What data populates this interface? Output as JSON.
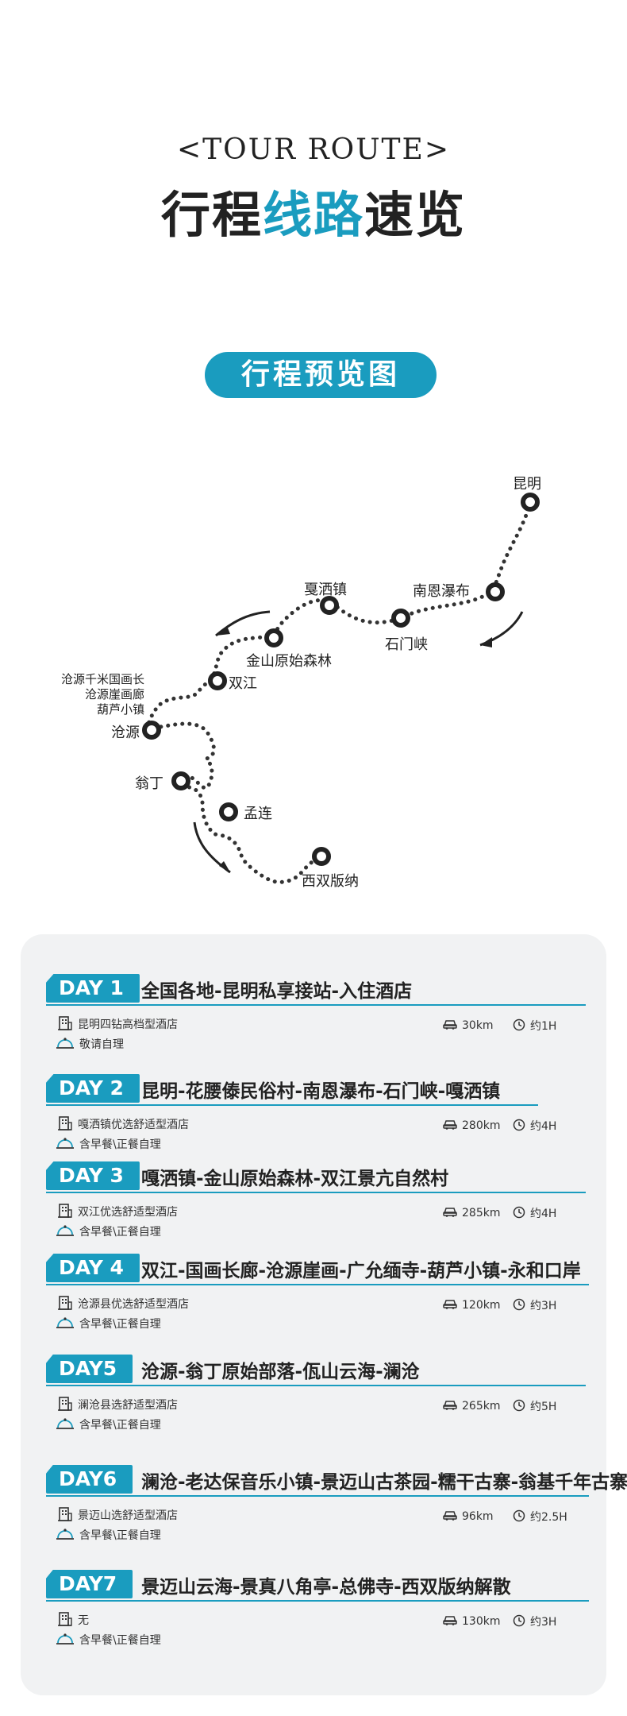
{
  "header": {
    "subtitle_en": "<TOUR ROUTE>",
    "title_part1": "行程",
    "title_highlight": "线路",
    "title_part2": "速览"
  },
  "section_pill": "行程预览图",
  "map": {
    "kunming": "昆明",
    "nanen": "南恩瀑布",
    "shimenxia": "石门峡",
    "gasazhen": "戛洒镇",
    "jinshan": "金山原始森林",
    "shuangjiang": "双江",
    "cangyuan_notes": [
      "沧源千米国画长",
      "沧源崖画廊",
      "葫芦小镇"
    ],
    "cangyuan": "沧源",
    "wengding": "翁丁",
    "menglian": "孟连",
    "xishuangbanna": "西双版纳"
  },
  "days": [
    {
      "tag": "DAY 1",
      "title": "全国各地-昆明私享接站-入住酒店",
      "hotel": "昆明四钻高档型酒店",
      "meal": "敬请自理",
      "distance": "30km",
      "time": "约1H"
    },
    {
      "tag": "DAY 2",
      "title": "昆明-花腰傣民俗村-南恩瀑布-石门峡-嘎洒镇",
      "hotel": "嘎洒镇优选舒适型酒店",
      "meal": "含早餐\\正餐自理",
      "distance": "280km",
      "time": "约4H"
    },
    {
      "tag": "DAY 3",
      "title": "嘎洒镇-金山原始森林-双江景亢自然村",
      "hotel": "双江优选舒适型酒店",
      "meal": "含早餐\\正餐自理",
      "distance": "285km",
      "time": "约4H"
    },
    {
      "tag": "DAY 4",
      "title": "双江-国画长廊-沧源崖画-广允缅寺-葫芦小镇-永和口岸",
      "hotel": "沧源县优选舒适型酒店",
      "meal": "含早餐\\正餐自理",
      "distance": "120km",
      "time": "约3H"
    },
    {
      "tag": "DAY5",
      "title": "沧源-翁丁原始部落-佤山云海-澜沧",
      "hotel": "澜沧县选舒适型酒店",
      "meal": "含早餐\\正餐自理",
      "distance": "265km",
      "time": "约5H"
    },
    {
      "tag": "DAY6",
      "title": "澜沧-老达保音乐小镇-景迈山古茶园-糯干古寨-翁基千年古寨",
      "hotel": "景迈山选舒适型酒店",
      "meal": "含早餐\\正餐自理",
      "distance": "96km",
      "time": "约2.5H"
    },
    {
      "tag": "DAY7",
      "title": "景迈山云海-景真八角亭-总佛寺-西双版纳解散",
      "hotel": "无",
      "meal": "含早餐\\正餐自理",
      "distance": "130km",
      "time": "约3H"
    }
  ],
  "colors": {
    "accent": "#1a9cbf",
    "panel": "#f1f2f3",
    "route": "#333333"
  }
}
